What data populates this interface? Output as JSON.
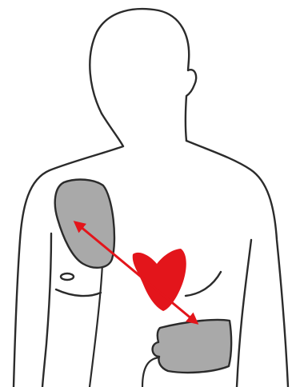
{
  "figure": {
    "subject": "aed-pad-placement",
    "colors": {
      "background": "#ffffff",
      "outline": "#2b2b2b",
      "pad_fill": "#a9a9a9",
      "pad_stroke": "#2b2b2b",
      "heart": "#e3151b",
      "arrow": "#e3151b"
    },
    "icons": {
      "torso": "human-torso-outline",
      "pad_upper": "defibrillator-pad-icon",
      "pad_lower": "defibrillator-pad-icon",
      "heart": "heart-icon",
      "arrow": "double-headed-arrow"
    }
  }
}
